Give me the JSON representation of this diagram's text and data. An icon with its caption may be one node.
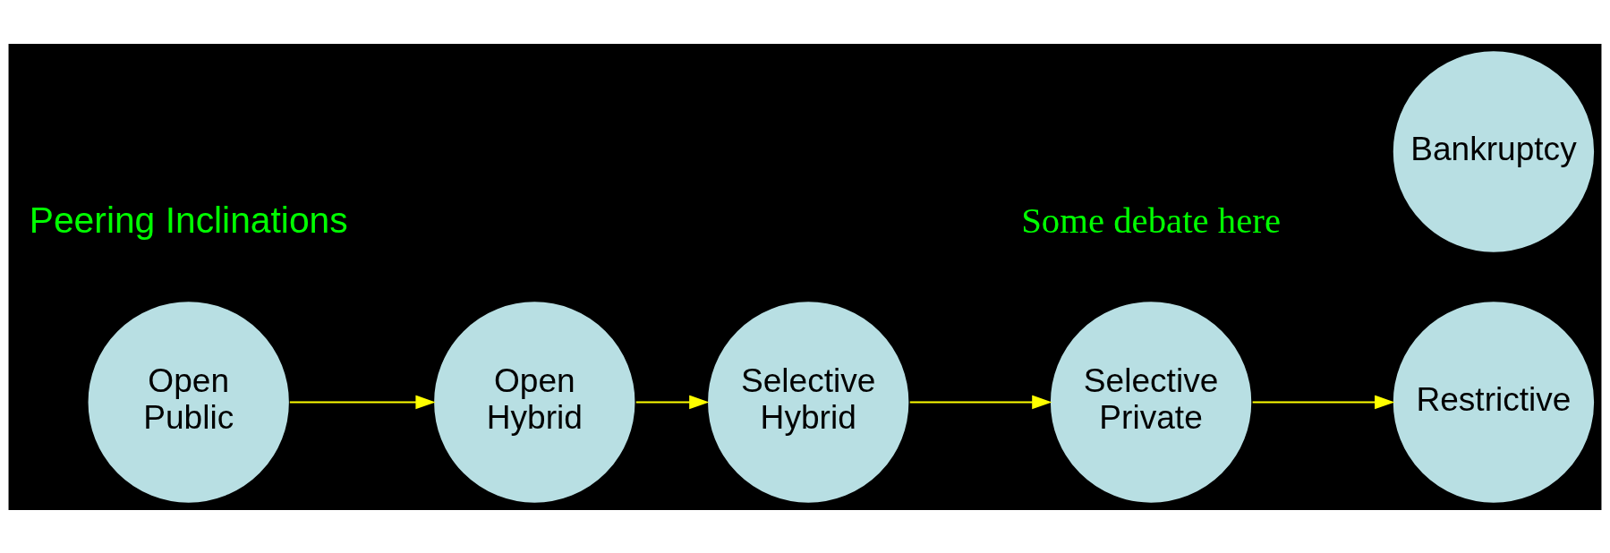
{
  "diagram": {
    "nodes": [
      {
        "text": [
          "Open Public"
        ]
      },
      {
        "text": [
          "Open Hybrid"
        ]
      },
      {
        "text": [
          "Selective Hybrid"
        ]
      },
      {
        "text": [
          "Selective Private"
        ]
      },
      {
        "text": [
          "Restrictive"
        ]
      },
      {
        "text": [
          "Bankruptcy"
        ]
      }
    ],
    "edges": [
      {
        "from": 0,
        "to": 1,
        "arrow": "to"
      },
      {
        "from": 1,
        "to": 2,
        "arrow": "to"
      },
      {
        "from": 2,
        "to": 3,
        "arrow": "to"
      },
      {
        "from": 3,
        "to": 4,
        "arrow": "to"
      }
    ],
    "labels": [
      "Peering Inclinations",
      "Some debate here"
    ]
  }
}
